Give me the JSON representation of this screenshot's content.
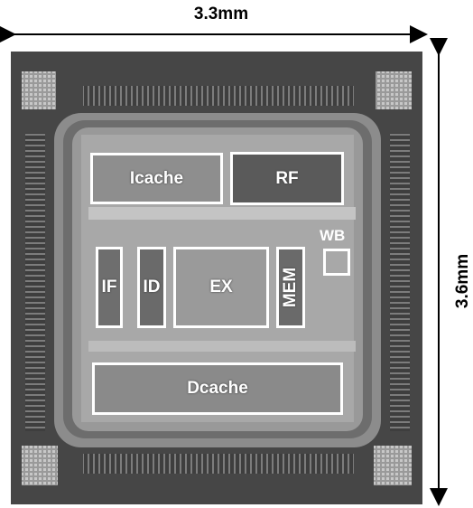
{
  "dimensions": {
    "width_label": "3.3mm",
    "height_label": "3.6mm"
  },
  "blocks": {
    "icache": "Icache",
    "rf": "RF",
    "if": "IF",
    "id": "ID",
    "ex": "EX",
    "mem": "MEM",
    "wb": "WB",
    "dcache": "Dcache"
  },
  "colors": {
    "block_outline": "#ffffff",
    "die_dark": "#4a4a4a",
    "die_core": "#a8a8a8"
  }
}
